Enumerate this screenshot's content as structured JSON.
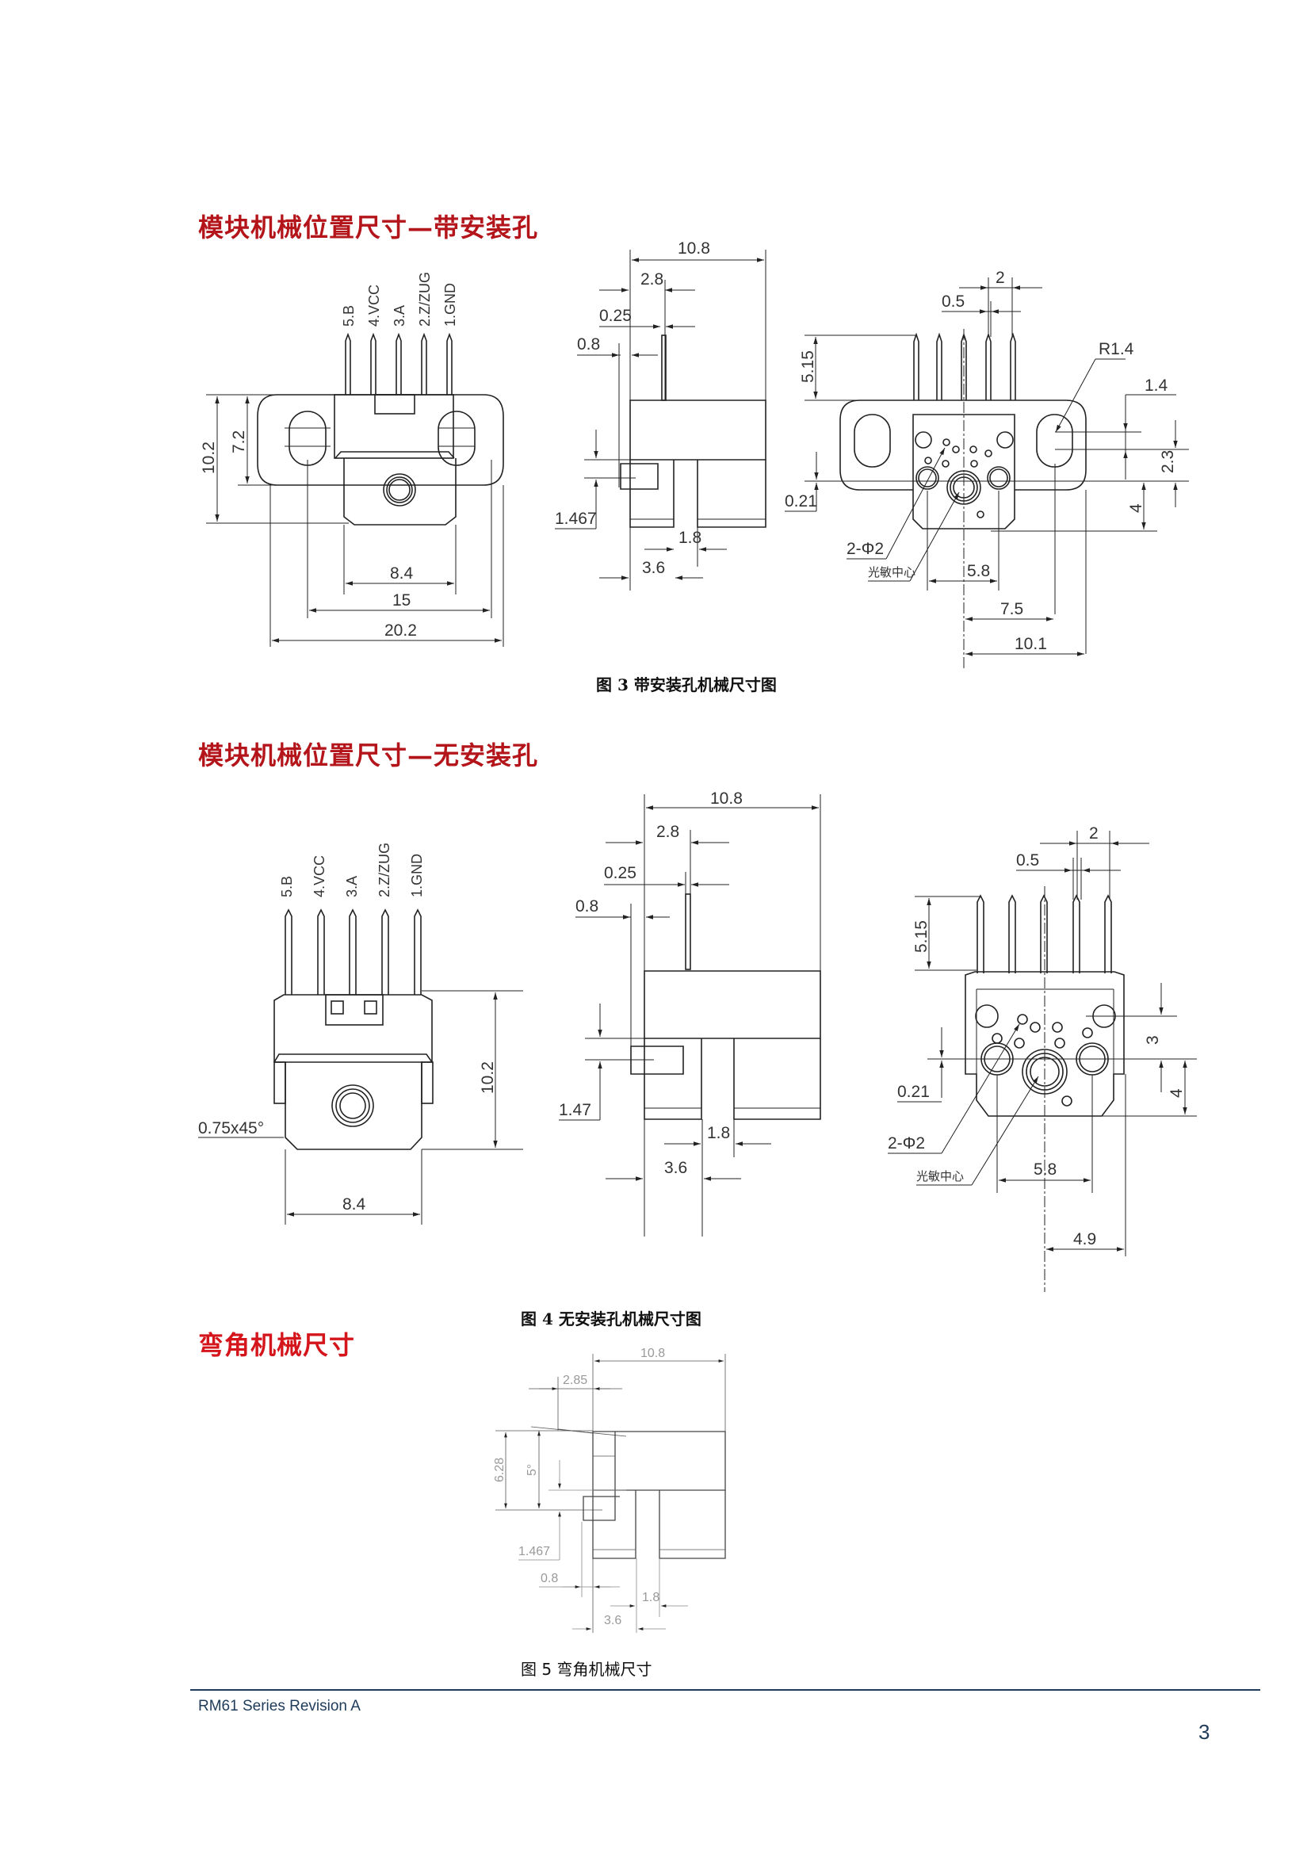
{
  "section1": {
    "heading": "模块机械位置尺寸—带安装孔",
    "pins": [
      "5.B",
      "4.VCC",
      "3.A",
      "2.Z/ZUG",
      "1.GND"
    ],
    "front_dims": {
      "h_total": "10.2",
      "h_flange": "7.2",
      "w_body": "8.4",
      "w_holes": "15",
      "w_total": "20.2"
    },
    "side_dims": {
      "w_total": "10.8",
      "pin_offset": "2.8",
      "pin_thick": "0.25",
      "lead_offset": "0.8",
      "lens_h": "1.467",
      "slot": "1.8",
      "slot_pos": "3.6"
    },
    "back_dims": {
      "pitch": "2",
      "pin_w": "0.5",
      "pin_len": "5.15",
      "radius": "R1.4",
      "hole_off": "1.4",
      "h23": "2.3",
      "h4": "4",
      "h021": "0.21",
      "holes": "2-Φ2",
      "sensor_center": "光敏中心",
      "w58": "5.8",
      "w75": "7.5",
      "w101": "10.1"
    },
    "caption": "图 3  带安装孔机械尺寸图"
  },
  "section2": {
    "heading": "模块机械位置尺寸—无安装孔",
    "pins": [
      "5.B",
      "4.VCC",
      "3.A",
      "2.Z/ZUG",
      "1.GND"
    ],
    "front_dims": {
      "h_total": "10.2",
      "chamfer": "0.75x45°",
      "w_body": "8.4"
    },
    "side_dims": {
      "w_total": "10.8",
      "pin_offset": "2.8",
      "pin_thick": "0.25",
      "lead_offset": "0.8",
      "lens_h": "1.47",
      "slot": "1.8",
      "slot_pos": "3.6"
    },
    "back_dims": {
      "pitch": "2",
      "pin_w": "0.5",
      "pin_len": "5.15",
      "h3": "3",
      "h4": "4",
      "h021": "0.21",
      "holes": "2-Φ2",
      "sensor_center": "光敏中心",
      "w58": "5.8",
      "w49": "4.9"
    },
    "caption": "图 4  无安装孔机械尺寸图"
  },
  "section3": {
    "heading": "弯角机械尺寸",
    "dims": {
      "w_total": "10.8",
      "pin_offset": "2.85",
      "height": "6.28",
      "angle": "5°",
      "lens_h": "1.467",
      "lead_offset": "0.8",
      "slot": "1.8",
      "slot_pos": "3.6"
    },
    "caption": "图 5  弯角机械尺寸"
  },
  "footer": {
    "doc": "RM61 Series Revision A",
    "page": "3"
  },
  "colors": {
    "heading": "#b3151b",
    "footer": "#1f3b5a",
    "line": "#222222"
  }
}
